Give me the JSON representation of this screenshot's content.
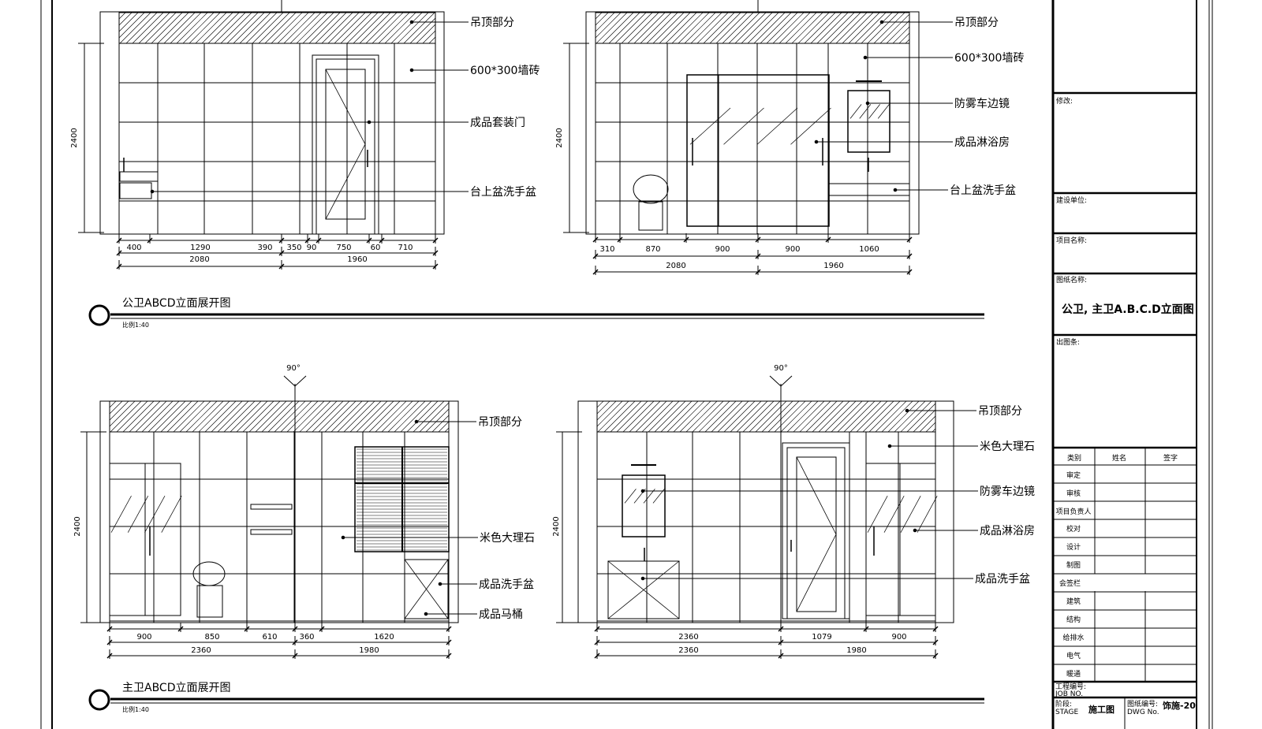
{
  "views": {
    "a": {
      "labels": [
        "吊顶部分",
        "600*300墙砖",
        "成品套装门",
        "台上盆洗手盆"
      ],
      "height": "2400",
      "dims_row1": [
        "400",
        "1290",
        "390",
        "350",
        "90",
        "750",
        "60",
        "710"
      ],
      "dims_row2": [
        "2080",
        "1960"
      ]
    },
    "b": {
      "labels": [
        "吊顶部分",
        "600*300墙砖",
        "防雾车边镜",
        "成品淋浴房",
        "台上盆洗手盆"
      ],
      "height": "2400",
      "dims_row1": [
        "310",
        "870",
        "900",
        "900",
        "1060"
      ],
      "dims_row2": [
        "2080",
        "1960"
      ]
    },
    "c": {
      "labels": [
        "吊顶部分",
        "米色大理石",
        "成品洗手盆",
        "成品马桶"
      ],
      "height": "2400",
      "angle": "90°",
      "dims_row1": [
        "900",
        "850",
        "610",
        "360",
        "1620"
      ],
      "dims_row2": [
        "2360",
        "1980"
      ]
    },
    "d": {
      "labels": [
        "吊顶部分",
        "米色大理石",
        "防雾车边镜",
        "成品淋浴房",
        "成品洗手盆"
      ],
      "height": "2400",
      "angle": "90°",
      "dims_row1": [
        "2360",
        "1079",
        "900"
      ],
      "dims_row2": [
        "2360",
        "1980"
      ]
    }
  },
  "titles": {
    "top": {
      "name": "公卫ABCD立面展开图",
      "scale": "比例1:40"
    },
    "bottom": {
      "name": "主卫ABCD立面展开图",
      "scale": "比例1:40"
    }
  },
  "title_block": {
    "revision": "修改:",
    "client": "建设单位:",
    "project": "项目名称:",
    "drawing_name_label": "图纸名称:",
    "drawing_name": "公卫, 主卫A.B.C.D立面图",
    "issue_date": "出图条:",
    "sign_headers": [
      "类别",
      "姓名",
      "签字"
    ],
    "sign_rows": [
      "审定",
      "审核",
      "项目负责人",
      "校对",
      "设计",
      "制图"
    ],
    "countersign": "会签栏",
    "counter_rows": [
      "建筑",
      "结构",
      "给排水",
      "电气",
      "暖通"
    ],
    "job_no_cn": "工程编号:",
    "job_no_en": "JOB NO.",
    "stage_cn": "阶段:",
    "stage_en": "STAGE",
    "stage_value": "施工图",
    "dwg_no_cn": "图纸编号:",
    "dwg_no_en": "DWG No.",
    "dwg_no_value": "饰施-20"
  }
}
